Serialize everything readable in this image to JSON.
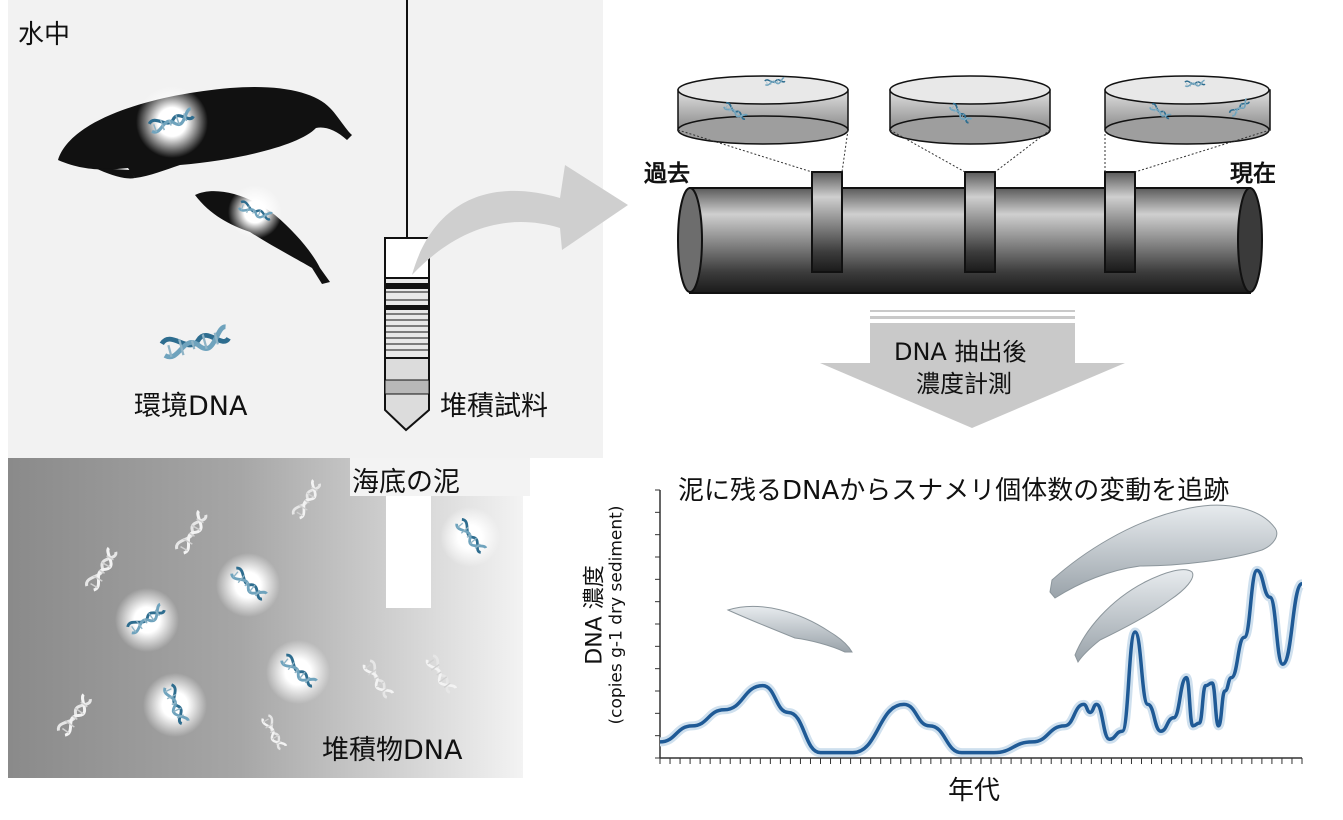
{
  "labels": {
    "water": "水中",
    "edna": "環境DNA",
    "sediment_sample": "堆積試料",
    "seafloor_mud": "海底の泥",
    "sediment_dna": "堆積物DNA",
    "past": "過去",
    "present": "現在",
    "process_line1": "DNA 抽出後",
    "process_line2": "濃度計測"
  },
  "chart_data": {
    "type": "line",
    "title": "泥に残るDNAからスナメリ個体数の変動を追跡",
    "xlabel": "年代",
    "ylabel": "DNA 濃度",
    "ylabel_unit": "(copies g-1 dry sediment)",
    "x_ticks_labeled": false,
    "y_ticks_labeled": false,
    "x": [
      0,
      0.05,
      0.1,
      0.15,
      0.2,
      0.25,
      0.28,
      0.3,
      0.35,
      0.4,
      0.45,
      0.5,
      0.55,
      0.6,
      0.65,
      0.7,
      0.66,
      0.68,
      0.7,
      0.72,
      0.74,
      0.76,
      0.78,
      0.8,
      0.82,
      0.84,
      0.86,
      0.88,
      0.9,
      0.92,
      0.94,
      0.96,
      0.98,
      1.0
    ],
    "series": [
      {
        "color": "#1f5a96",
        "points": [
          [
            0.0,
            0.06
          ],
          [
            0.05,
            0.12
          ],
          [
            0.1,
            0.18
          ],
          [
            0.16,
            0.27
          ],
          [
            0.2,
            0.17
          ],
          [
            0.25,
            0.02
          ],
          [
            0.3,
            0.02
          ],
          [
            0.38,
            0.2
          ],
          [
            0.42,
            0.12
          ],
          [
            0.47,
            0.02
          ],
          [
            0.52,
            0.02
          ],
          [
            0.58,
            0.06
          ],
          [
            0.63,
            0.12
          ],
          [
            0.66,
            0.2
          ],
          [
            0.67,
            0.17
          ],
          [
            0.68,
            0.2
          ],
          [
            0.7,
            0.07
          ],
          [
            0.72,
            0.1
          ],
          [
            0.74,
            0.47
          ],
          [
            0.76,
            0.2
          ],
          [
            0.78,
            0.1
          ],
          [
            0.8,
            0.15
          ],
          [
            0.82,
            0.3
          ],
          [
            0.83,
            0.12
          ],
          [
            0.84,
            0.13
          ],
          [
            0.85,
            0.27
          ],
          [
            0.86,
            0.28
          ],
          [
            0.87,
            0.12
          ],
          [
            0.88,
            0.25
          ],
          [
            0.89,
            0.3
          ],
          [
            0.91,
            0.45
          ],
          [
            0.93,
            0.7
          ],
          [
            0.95,
            0.6
          ],
          [
            0.97,
            0.35
          ],
          [
            1.0,
            0.65
          ]
        ]
      }
    ],
    "ylim": [
      0,
      1
    ],
    "xlim": [
      0,
      1
    ],
    "grid": false
  },
  "colors": {
    "dna_blue": "#2e6d8f",
    "line_blue": "#1f5a96",
    "arrow_gray": "#c9c9c9",
    "silhouette": "#111111"
  }
}
